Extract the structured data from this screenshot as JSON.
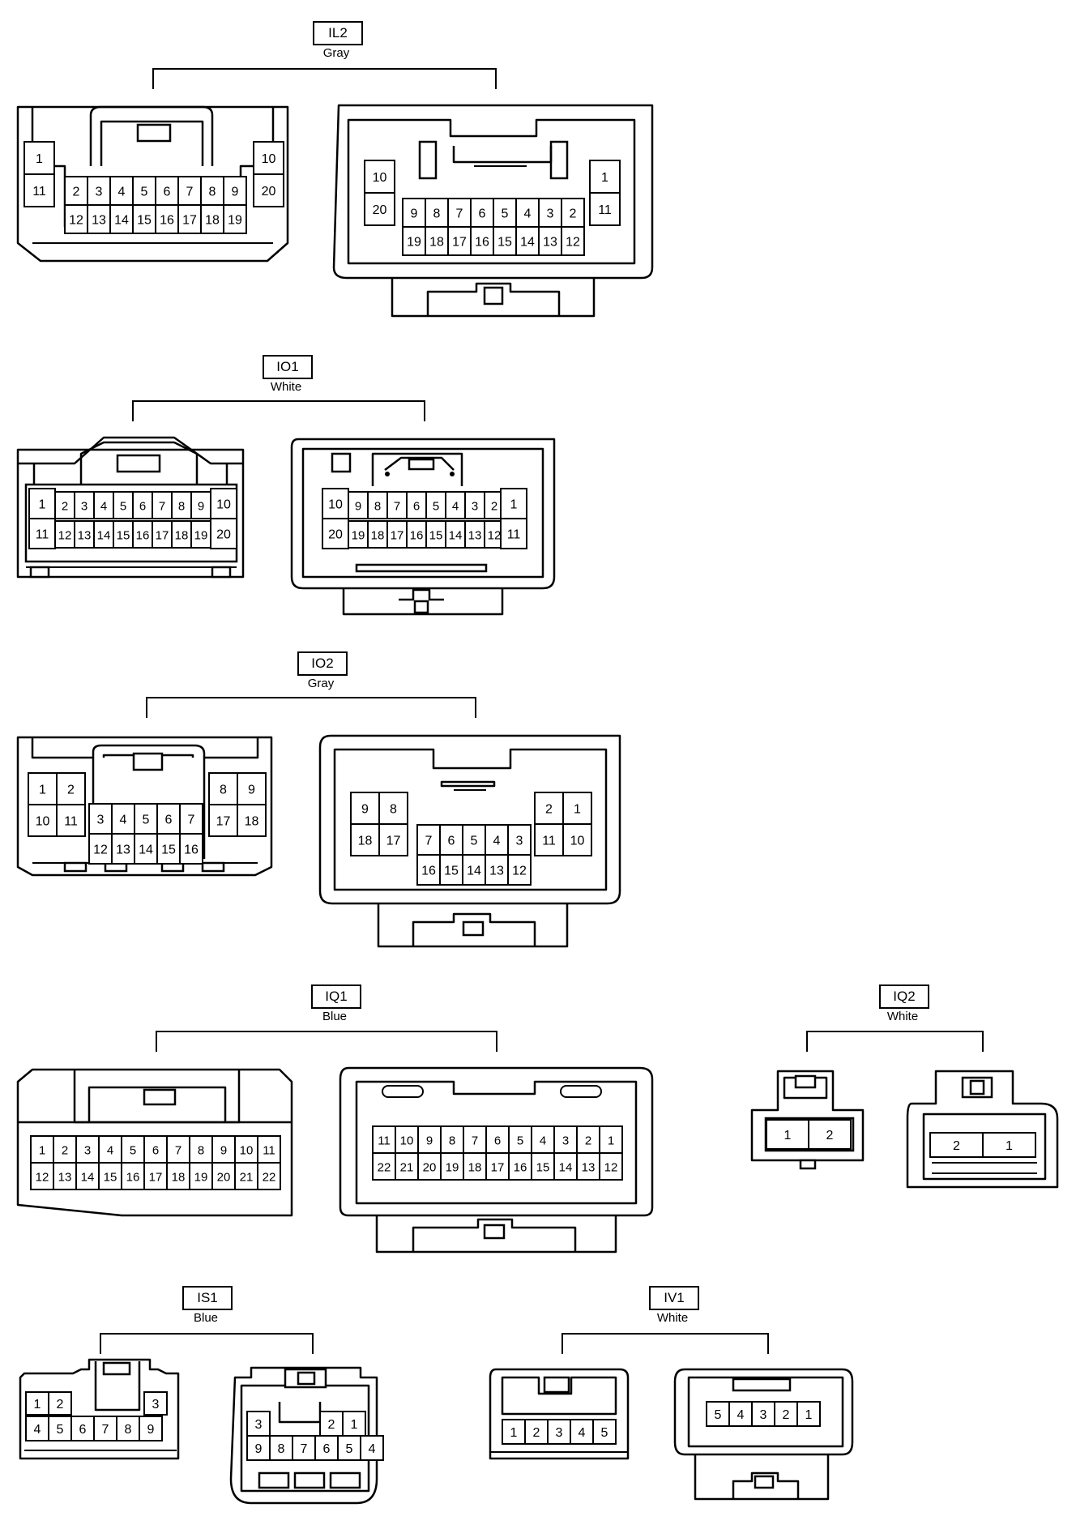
{
  "connectors": [
    {
      "id": "IL2",
      "color": "Gray",
      "left": {
        "cells": [
          [
            "1"
          ],
          [
            "11"
          ],
          [
            "2",
            "3",
            "4",
            "5",
            "6",
            "7",
            "8",
            "9"
          ],
          [
            "12",
            "13",
            "14",
            "15",
            "16",
            "17",
            "18",
            "19"
          ],
          [
            "10"
          ],
          [
            "20"
          ]
        ]
      },
      "right": {
        "cells": [
          [
            "10"
          ],
          [
            "20"
          ],
          [
            "9",
            "8",
            "7",
            "6",
            "5",
            "4",
            "3",
            "2"
          ],
          [
            "19",
            "18",
            "17",
            "16",
            "15",
            "14",
            "13",
            "12"
          ],
          [
            "1"
          ],
          [
            "11"
          ]
        ]
      }
    },
    {
      "id": "IO1",
      "color": "White",
      "left": {
        "cells": [
          [
            "1"
          ],
          [
            "11"
          ],
          [
            "2",
            "3",
            "4",
            "5",
            "6",
            "7",
            "8",
            "9"
          ],
          [
            "12",
            "13",
            "14",
            "15",
            "16",
            "17",
            "18",
            "19"
          ],
          [
            "10"
          ],
          [
            "20"
          ]
        ]
      },
      "right": {
        "cells": [
          [
            "10"
          ],
          [
            "20"
          ],
          [
            "9",
            "8",
            "7",
            "6",
            "5",
            "4",
            "3",
            "2"
          ],
          [
            "19",
            "18",
            "17",
            "16",
            "15",
            "14",
            "13",
            "12"
          ],
          [
            "1"
          ],
          [
            "11"
          ]
        ]
      }
    },
    {
      "id": "IO2",
      "color": "Gray",
      "left": {
        "cells": [
          [
            "1",
            "2"
          ],
          [
            "10",
            "11"
          ],
          [
            "3",
            "4",
            "5",
            "6",
            "7"
          ],
          [
            "12",
            "13",
            "14",
            "15",
            "16"
          ],
          [
            "8",
            "9"
          ],
          [
            "17",
            "18"
          ]
        ]
      },
      "right": {
        "cells": [
          [
            "9",
            "8"
          ],
          [
            "18",
            "17"
          ],
          [
            "7",
            "6",
            "5",
            "4",
            "3"
          ],
          [
            "16",
            "15",
            "14",
            "13",
            "12"
          ],
          [
            "2",
            "1"
          ],
          [
            "11",
            "10"
          ]
        ]
      }
    },
    {
      "id": "IQ1",
      "color": "Blue",
      "left": {
        "cells": [
          [
            "1",
            "2",
            "3",
            "4",
            "5",
            "6",
            "7",
            "8",
            "9",
            "10",
            "11"
          ],
          [
            "12",
            "13",
            "14",
            "15",
            "16",
            "17",
            "18",
            "19",
            "20",
            "21",
            "22"
          ]
        ]
      },
      "right": {
        "cells": [
          [
            "11",
            "10",
            "9",
            "8",
            "7",
            "6",
            "5",
            "4",
            "3",
            "2",
            "1"
          ],
          [
            "22",
            "21",
            "20",
            "19",
            "18",
            "17",
            "16",
            "15",
            "14",
            "13",
            "12"
          ]
        ]
      }
    },
    {
      "id": "IQ2",
      "color": "White",
      "left": {
        "cells": [
          [
            "1",
            "2"
          ]
        ]
      },
      "right": {
        "cells": [
          [
            "2",
            "1"
          ]
        ]
      }
    },
    {
      "id": "IS1",
      "color": "Blue",
      "left": {
        "cells": [
          [
            "1",
            "2"
          ],
          [
            "3"
          ],
          [
            "4",
            "5",
            "6",
            "7",
            "8",
            "9"
          ]
        ]
      },
      "right": {
        "cells": [
          [
            "3"
          ],
          [
            "2",
            "1"
          ],
          [
            "9",
            "8",
            "7",
            "6",
            "5",
            "4"
          ]
        ]
      }
    },
    {
      "id": "IV1",
      "color": "White",
      "left": {
        "cells": [
          [
            "1",
            "2",
            "3",
            "4",
            "5"
          ]
        ]
      },
      "right": {
        "cells": [
          [
            "5",
            "4",
            "3",
            "2",
            "1"
          ]
        ]
      }
    }
  ]
}
